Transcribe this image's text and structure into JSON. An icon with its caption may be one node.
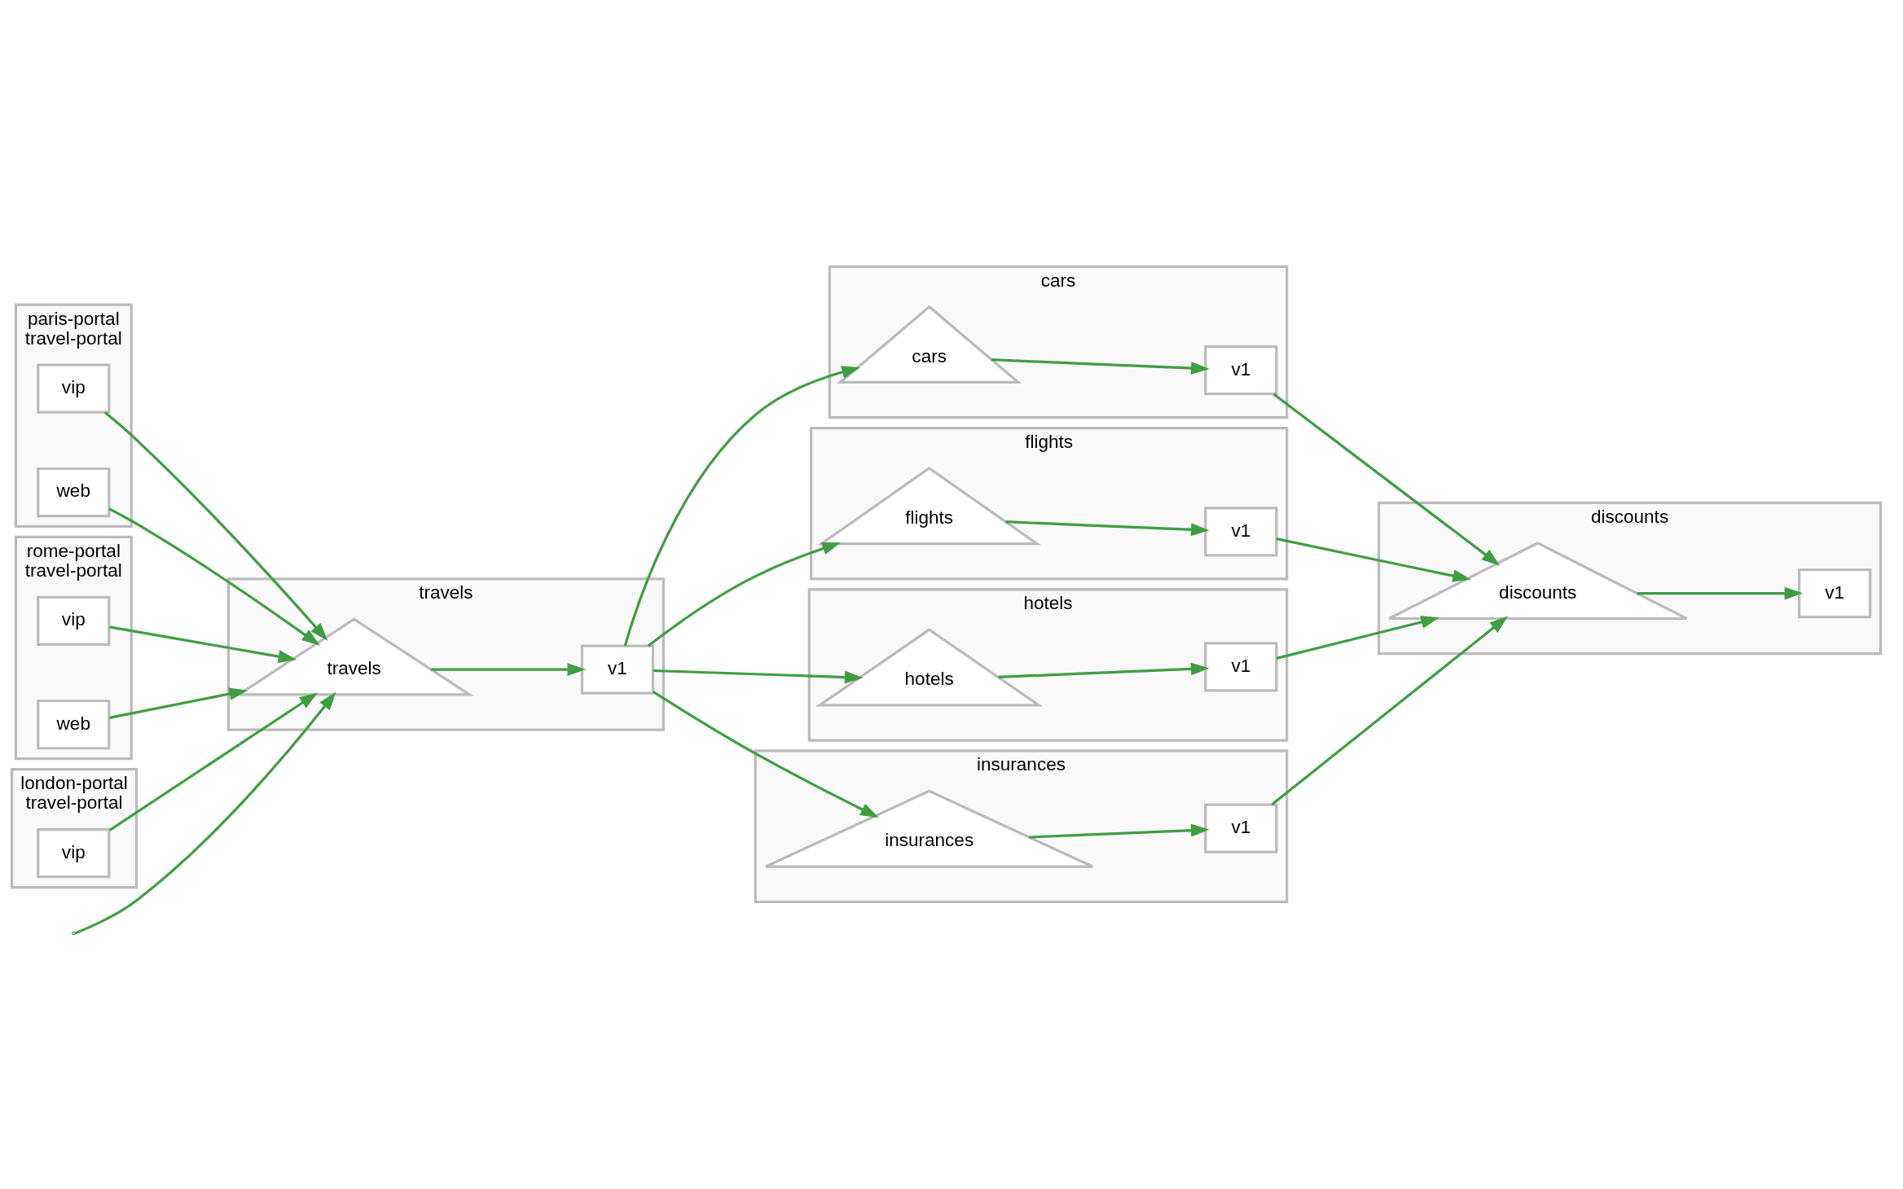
{
  "diagram": {
    "nodes": [
      {
        "text": [
          "paris-portal",
          "travel-portal"
        ]
      },
      {
        "text": [
          "vip"
        ],
        "in": 0
      },
      {
        "text": [
          "web"
        ],
        "in": 0
      },
      {
        "text": [
          "rome-portal",
          "travel-portal"
        ]
      },
      {
        "text": [
          "vip"
        ],
        "in": 3
      },
      {
        "text": [
          "web"
        ],
        "in": 3
      },
      {
        "text": [
          "london-portal",
          "travel-portal"
        ]
      },
      {
        "text": [
          "vip"
        ],
        "in": 6
      },
      {
        "text": [
          "travels"
        ]
      },
      {
        "text": [
          "travels"
        ],
        "in": 8
      },
      {
        "text": [
          "v1"
        ],
        "in": 8
      },
      {
        "text": [
          "cars"
        ]
      },
      {
        "text": [
          "cars"
        ],
        "in": 11
      },
      {
        "text": [
          "v1"
        ],
        "in": 11
      },
      {
        "text": [
          "flights"
        ]
      },
      {
        "text": [
          "flights"
        ],
        "in": 14
      },
      {
        "text": [
          "v1"
        ],
        "in": 14
      },
      {
        "text": [
          "hotels"
        ]
      },
      {
        "text": [
          "hotels"
        ],
        "in": 17
      },
      {
        "text": [
          "v1"
        ],
        "in": 17
      },
      {
        "text": [
          "insurances"
        ]
      },
      {
        "text": [
          "insurances"
        ],
        "in": 20
      },
      {
        "text": [
          "v1"
        ],
        "in": 20
      },
      {
        "text": [
          "discounts"
        ]
      },
      {
        "text": [
          "discounts"
        ],
        "in": 23
      },
      {
        "text": [
          "v1"
        ],
        "in": 23
      }
    ],
    "edges": [
      {
        "from": 1,
        "to": 9,
        "arrow": "to"
      },
      {
        "from": 2,
        "to": 9,
        "arrow": "to"
      },
      {
        "from": 4,
        "to": 9,
        "arrow": "to"
      },
      {
        "from": 5,
        "to": 9,
        "arrow": "to"
      },
      {
        "from": 7,
        "to": 9,
        "arrow": "to"
      },
      {
        "from": null,
        "to": 9,
        "arrow": "to"
      },
      {
        "from": 9,
        "to": 10,
        "arrow": "to"
      },
      {
        "from": 10,
        "to": 12,
        "arrow": "to"
      },
      {
        "from": 10,
        "to": 15,
        "arrow": "to"
      },
      {
        "from": 10,
        "to": 18,
        "arrow": "to"
      },
      {
        "from": 10,
        "to": 21,
        "arrow": "to"
      },
      {
        "from": 12,
        "to": 13,
        "arrow": "to"
      },
      {
        "from": 15,
        "to": 16,
        "arrow": "to"
      },
      {
        "from": 18,
        "to": 19,
        "arrow": "to"
      },
      {
        "from": 21,
        "to": 22,
        "arrow": "to"
      },
      {
        "from": 13,
        "to": 24,
        "arrow": "to"
      },
      {
        "from": 16,
        "to": 24,
        "arrow": "to"
      },
      {
        "from": 19,
        "to": 24,
        "arrow": "to"
      },
      {
        "from": 22,
        "to": 24,
        "arrow": "to"
      },
      {
        "from": 24,
        "to": 25,
        "arrow": "to"
      }
    ]
  }
}
